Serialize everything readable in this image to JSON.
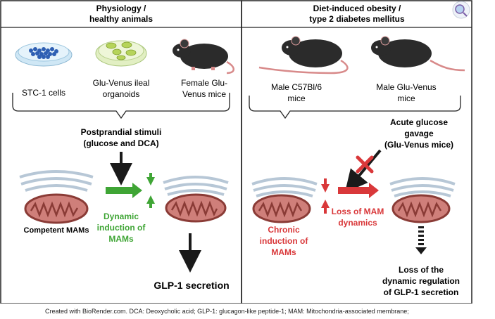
{
  "left_panel": {
    "title_line1": "Physiology /",
    "title_line2": "healthy animals",
    "models": [
      {
        "line1": "STC-1 cells",
        "line2": ""
      },
      {
        "line1": "Glu-Venus ileal",
        "line2": "organoids"
      },
      {
        "line1": "Female Glu-",
        "line2": "Venus mice"
      }
    ],
    "stimuli_line1": "Postprandial stimuli",
    "stimuli_line2": "(glucose and DCA)",
    "competent_label": "Competent MAMs",
    "dynamic_line1": "Dynamic",
    "dynamic_line2": "induction of",
    "dynamic_line3": "MAMs",
    "output_label": "GLP-1 secretion"
  },
  "right_panel": {
    "title_line1": "Diet-induced obesity /",
    "title_line2": "type 2 diabetes mellitus",
    "models": [
      {
        "line1": "Male C57Bl/6",
        "line2": "mice"
      },
      {
        "line1": "Male Glu-Venus",
        "line2": "mice"
      }
    ],
    "gavage_line1": "Acute glucose",
    "gavage_line2": "gavage",
    "gavage_line3": "(Glu-Venus mice)",
    "chronic_line1": "Chronic",
    "chronic_line2": "induction of",
    "chronic_line3": "MAMs",
    "loss_dyn_line1": "Loss of MAM",
    "loss_dyn_line2": "dynamics",
    "loss_reg_line1": "Loss of the",
    "loss_reg_line2": "dynamic regulation",
    "loss_reg_line3": "of GLP-1 secretion"
  },
  "footer": "Created with BioRender.com. DCA: Deoxycholic acid; GLP-1: glucagon-like peptide-1; MAM: Mitochondria-associated membrane;",
  "colors": {
    "green": "#3fa535",
    "red": "#d9383a",
    "dark_red": "#c0272d",
    "mito_fill": "#cf7f7a",
    "mito_stroke": "#8a3b36",
    "er_stroke": "#b7c7d6",
    "mouse": "#2b2b2b"
  }
}
